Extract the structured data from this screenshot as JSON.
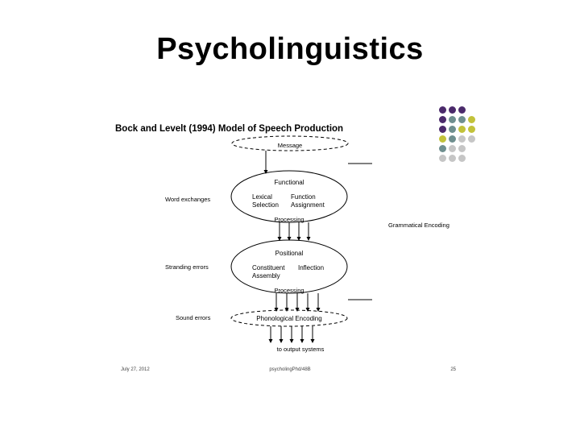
{
  "slide": {
    "title": "Psycholinguistics"
  },
  "figure": {
    "heading": "Bock and Levelt (1994) Model of Speech Production",
    "message_label": "Message",
    "functional": {
      "title": "Functional",
      "left_line1": "Lexical",
      "left_line2": "Selection",
      "right_line1": "Function",
      "right_line2": "Assignment",
      "processing": "Processing"
    },
    "positional": {
      "title": "Positional",
      "left_line1": "Constituent",
      "left_line2": "Assembly",
      "right_line1": "Inflection",
      "processing": "Processing"
    },
    "phonological_label": "Phonological Encoding",
    "output_label": "to output systems",
    "side_labels": {
      "word_exchanges": "Word exchanges",
      "stranding_errors": "Stranding errors",
      "sound_errors": "Sound errors",
      "grammatical_encoding": "Grammatical Encoding"
    },
    "footer": {
      "date": "July 27, 2012",
      "center": "psycholingPhd/48B",
      "page": "25"
    }
  },
  "decoration": {
    "dot_colors": {
      "purple": "#4b2a6b",
      "teal": "#6f8f8f",
      "olive": "#c2c23a",
      "grey": "#c6c6c6"
    },
    "dot_rows": [
      [
        "purple",
        "purple",
        "purple"
      ],
      [
        "purple",
        "teal",
        "teal",
        "olive"
      ],
      [
        "purple",
        "teal",
        "olive",
        "olive"
      ],
      [
        "olive",
        "teal",
        "grey",
        "grey"
      ],
      [
        "teal",
        "grey",
        "grey"
      ],
      [
        "grey",
        "grey",
        "grey"
      ]
    ]
  }
}
